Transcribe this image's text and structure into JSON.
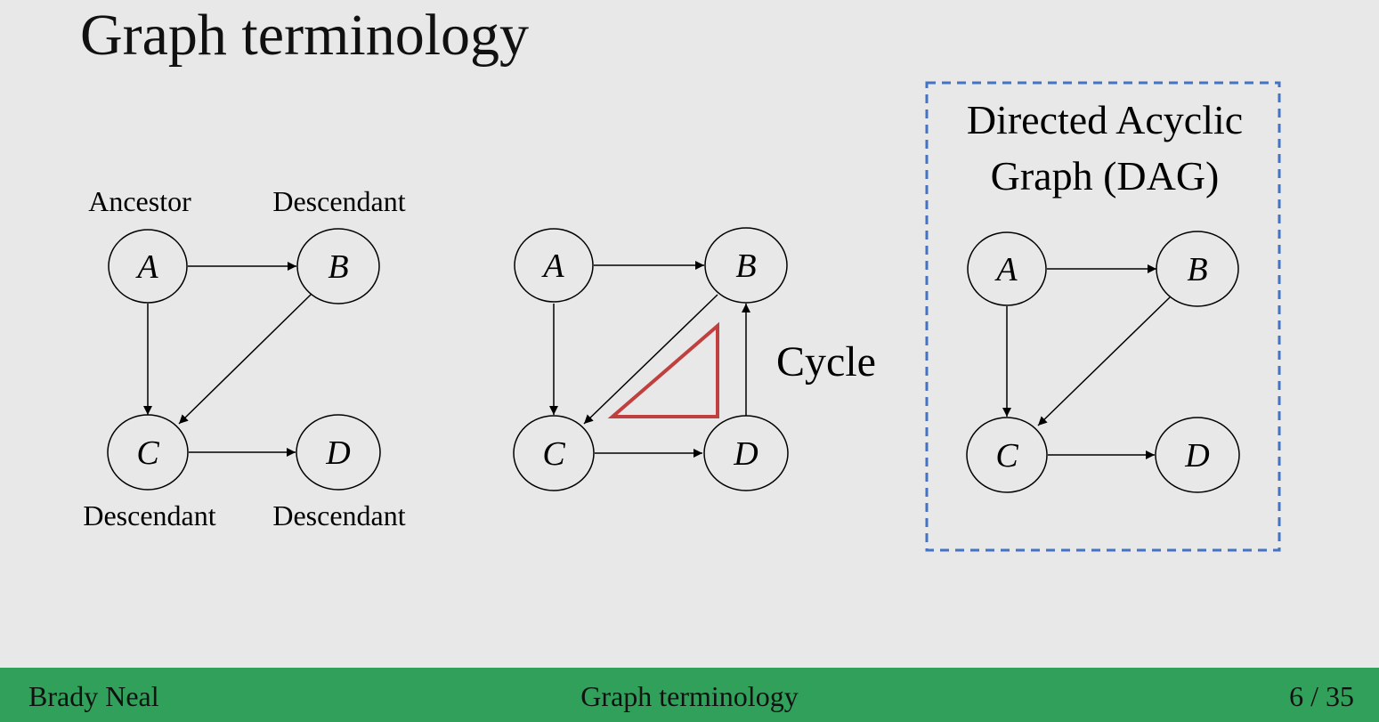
{
  "slide": {
    "title": "Graph terminology",
    "role_labels": {
      "ancestor": "Ancestor",
      "descendant_b": "Descendant",
      "descendant_c": "Descendant",
      "descendant_d": "Descendant"
    },
    "cycle_label": "Cycle",
    "dag_label_line1": "Directed Acyclic",
    "dag_label_line2": "Graph (DAG)",
    "nodes": {
      "a": "A",
      "b": "B",
      "c": "C",
      "d": "D"
    },
    "colors": {
      "cycle": "#c0403f",
      "dag_box": "#4472c4",
      "footer": "#31a05a"
    }
  },
  "footer": {
    "author": "Brady Neal",
    "section": "Graph terminology",
    "page": "6  /  35"
  }
}
